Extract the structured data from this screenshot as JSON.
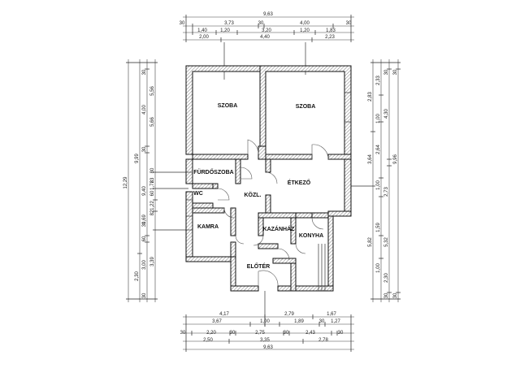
{
  "rooms": {
    "szoba_left": "SZOBA",
    "szoba_right": "SZOBA",
    "furdoszoba": "FÜRDŐSZOBA",
    "wc": "WC",
    "kozl": "KÖZL.",
    "etkezo": "ÉTKEZŐ",
    "kamra": "KAMRA",
    "kazanhaz": "KAZÁNHÁZ",
    "konyha": "KONYHA",
    "eloter": "ELŐTÉR"
  },
  "dims": {
    "top_total": "9,63",
    "top_r1_a": "30",
    "top_r1_b": "3,73",
    "top_r1_c": "30",
    "top_r1_d": "4,00",
    "top_r1_e": "30",
    "top_r2_a": "1,40",
    "top_r2_b": "1,20",
    "top_r2_c": "3,20",
    "top_r2_d": "1,20",
    "top_r2_e": "1,83",
    "top_r3_a": "2,00",
    "top_r3_b": "4,40",
    "top_r3_c": "2,23",
    "bot_r1_a": "4,17",
    "bot_r1_b": "2,79",
    "bot_r1_c": "1,67",
    "bot_r2_a": "3,67",
    "bot_r2_b": "1,00",
    "bot_r2_c": "1,89",
    "bot_r2_d": "30",
    "bot_r2_e": "1,27",
    "bot_r3_a": "30",
    "bot_r3_b": "2,20",
    "bot_r3_c": "30",
    "bot_r3_d": "2,75",
    "bot_r3_e": "30",
    "bot_r3_f": "2,43",
    "bot_r3_g": "30",
    "bot_r4_a": "2,50",
    "bot_r4_b": "3,35",
    "bot_r4_c": "2,78",
    "bot_total": "9,63",
    "left_total": "12,29",
    "left_c2": "9,99",
    "left_c2_b": "2,30",
    "left_c3_a": "30",
    "left_c3_b": "4,00",
    "left_c3_c": "30",
    "left_c3_d": "9,40",
    "left_c3_e": "30",
    "left_c3_f": "3,00",
    "left_c3_g": "30",
    "left_c4_a": "5,56",
    "left_c4_b": "5,66",
    "left_c4_c": "80",
    "left_c4_d": "83",
    "left_c4_e": "60",
    "left_c4_f": "1,22",
    "left_c4_g": "1,69",
    "left_c4_h": "82",
    "left_c4_i": "60",
    "left_c4_j": "3,39",
    "left_c4_k": "1,72",
    "right_c1_a": "2,83",
    "right_c1_b": "3,64",
    "right_c1_c": "5,82",
    "right_c2_a": "2,33",
    "right_c2_b": "1,00",
    "right_c2_c": "2,64",
    "right_c2_d": "1,00",
    "right_c2_e": "1,59",
    "right_c2_f": "1,00",
    "right_c3_a": "30",
    "right_c3_b": "4,30",
    "right_c3_c": "2,73",
    "right_c3_d": "5,32",
    "right_c3_e": "2,30",
    "right_c3_f": "30",
    "right_c4_a": "30",
    "right_c4_b": "9,96",
    "right_c4_c": "30"
  }
}
